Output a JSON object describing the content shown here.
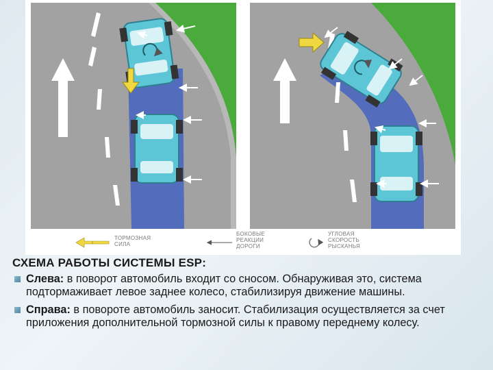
{
  "legend": {
    "braking_force": [
      "ТОРМОЗНАЯ",
      "СИЛА"
    ],
    "lateral_reactions": [
      "БОКОВЫЕ",
      "РЕАКЦИИ",
      "ДОРОГИ"
    ],
    "yaw_rate": [
      "УГЛОВАЯ",
      "СКОРОСТЬ",
      "РЫСКАНЬЯ"
    ]
  },
  "caption": {
    "title": "СХЕМА РАБОТЫ СИСТЕМЫ ESP:",
    "items": [
      {
        "label": "Слева:",
        "text": " в поворот автомобиль входит со сносом. Обнаруживая это, система подтормаживает левое заднее колесо, стабилизируя движение машины."
      },
      {
        "label": "Справа:",
        "text": " в повороте автомобиль заносит. Стабилизация осуществляется за счет приложения дополнительной тормозной силы к правому переднему колесу."
      }
    ]
  },
  "colors": {
    "grass": "#4aaa3c",
    "road": "#a2a2a2",
    "track": "#4a66bf",
    "car": "#5cc6d6",
    "force_arrow": "#f0d840"
  }
}
